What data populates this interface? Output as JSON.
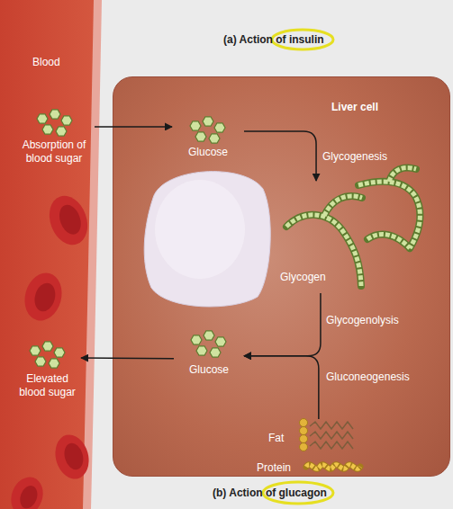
{
  "diagram": {
    "title": "(a) Action of insulin",
    "caption": "(b) Action of glucagon",
    "nodes": [
      {
        "text": [
          "Blood"
        ]
      },
      {
        "text": [
          "Absorption of blood sugar"
        ],
        "in": 0
      },
      {
        "text": [
          "Elevated blood sugar"
        ],
        "in": 0
      },
      {
        "text": [
          "Liver cell"
        ]
      },
      {
        "text": [
          "Glucose"
        ],
        "in": 3
      },
      {
        "text": [
          "Glycogen"
        ],
        "in": 3
      },
      {
        "text": [
          "Glucose"
        ],
        "in": 3
      },
      {
        "text": [
          "Fat"
        ],
        "in": 3
      },
      {
        "text": [
          "Protein"
        ],
        "in": 3
      }
    ],
    "edges": [
      {
        "from": 1,
        "to": 4,
        "arrow": "to"
      },
      {
        "from": 4,
        "to": 5,
        "label": "Glycogenesis",
        "arrow": "to"
      },
      {
        "from": 5,
        "to": 6,
        "label": "Glycogenolysis",
        "arrow": "to"
      },
      {
        "from": 7,
        "to": 6,
        "label": "Gluconeogenesis",
        "arrow": "to"
      },
      {
        "from": 6,
        "to": 2,
        "arrow": "to"
      }
    ]
  }
}
